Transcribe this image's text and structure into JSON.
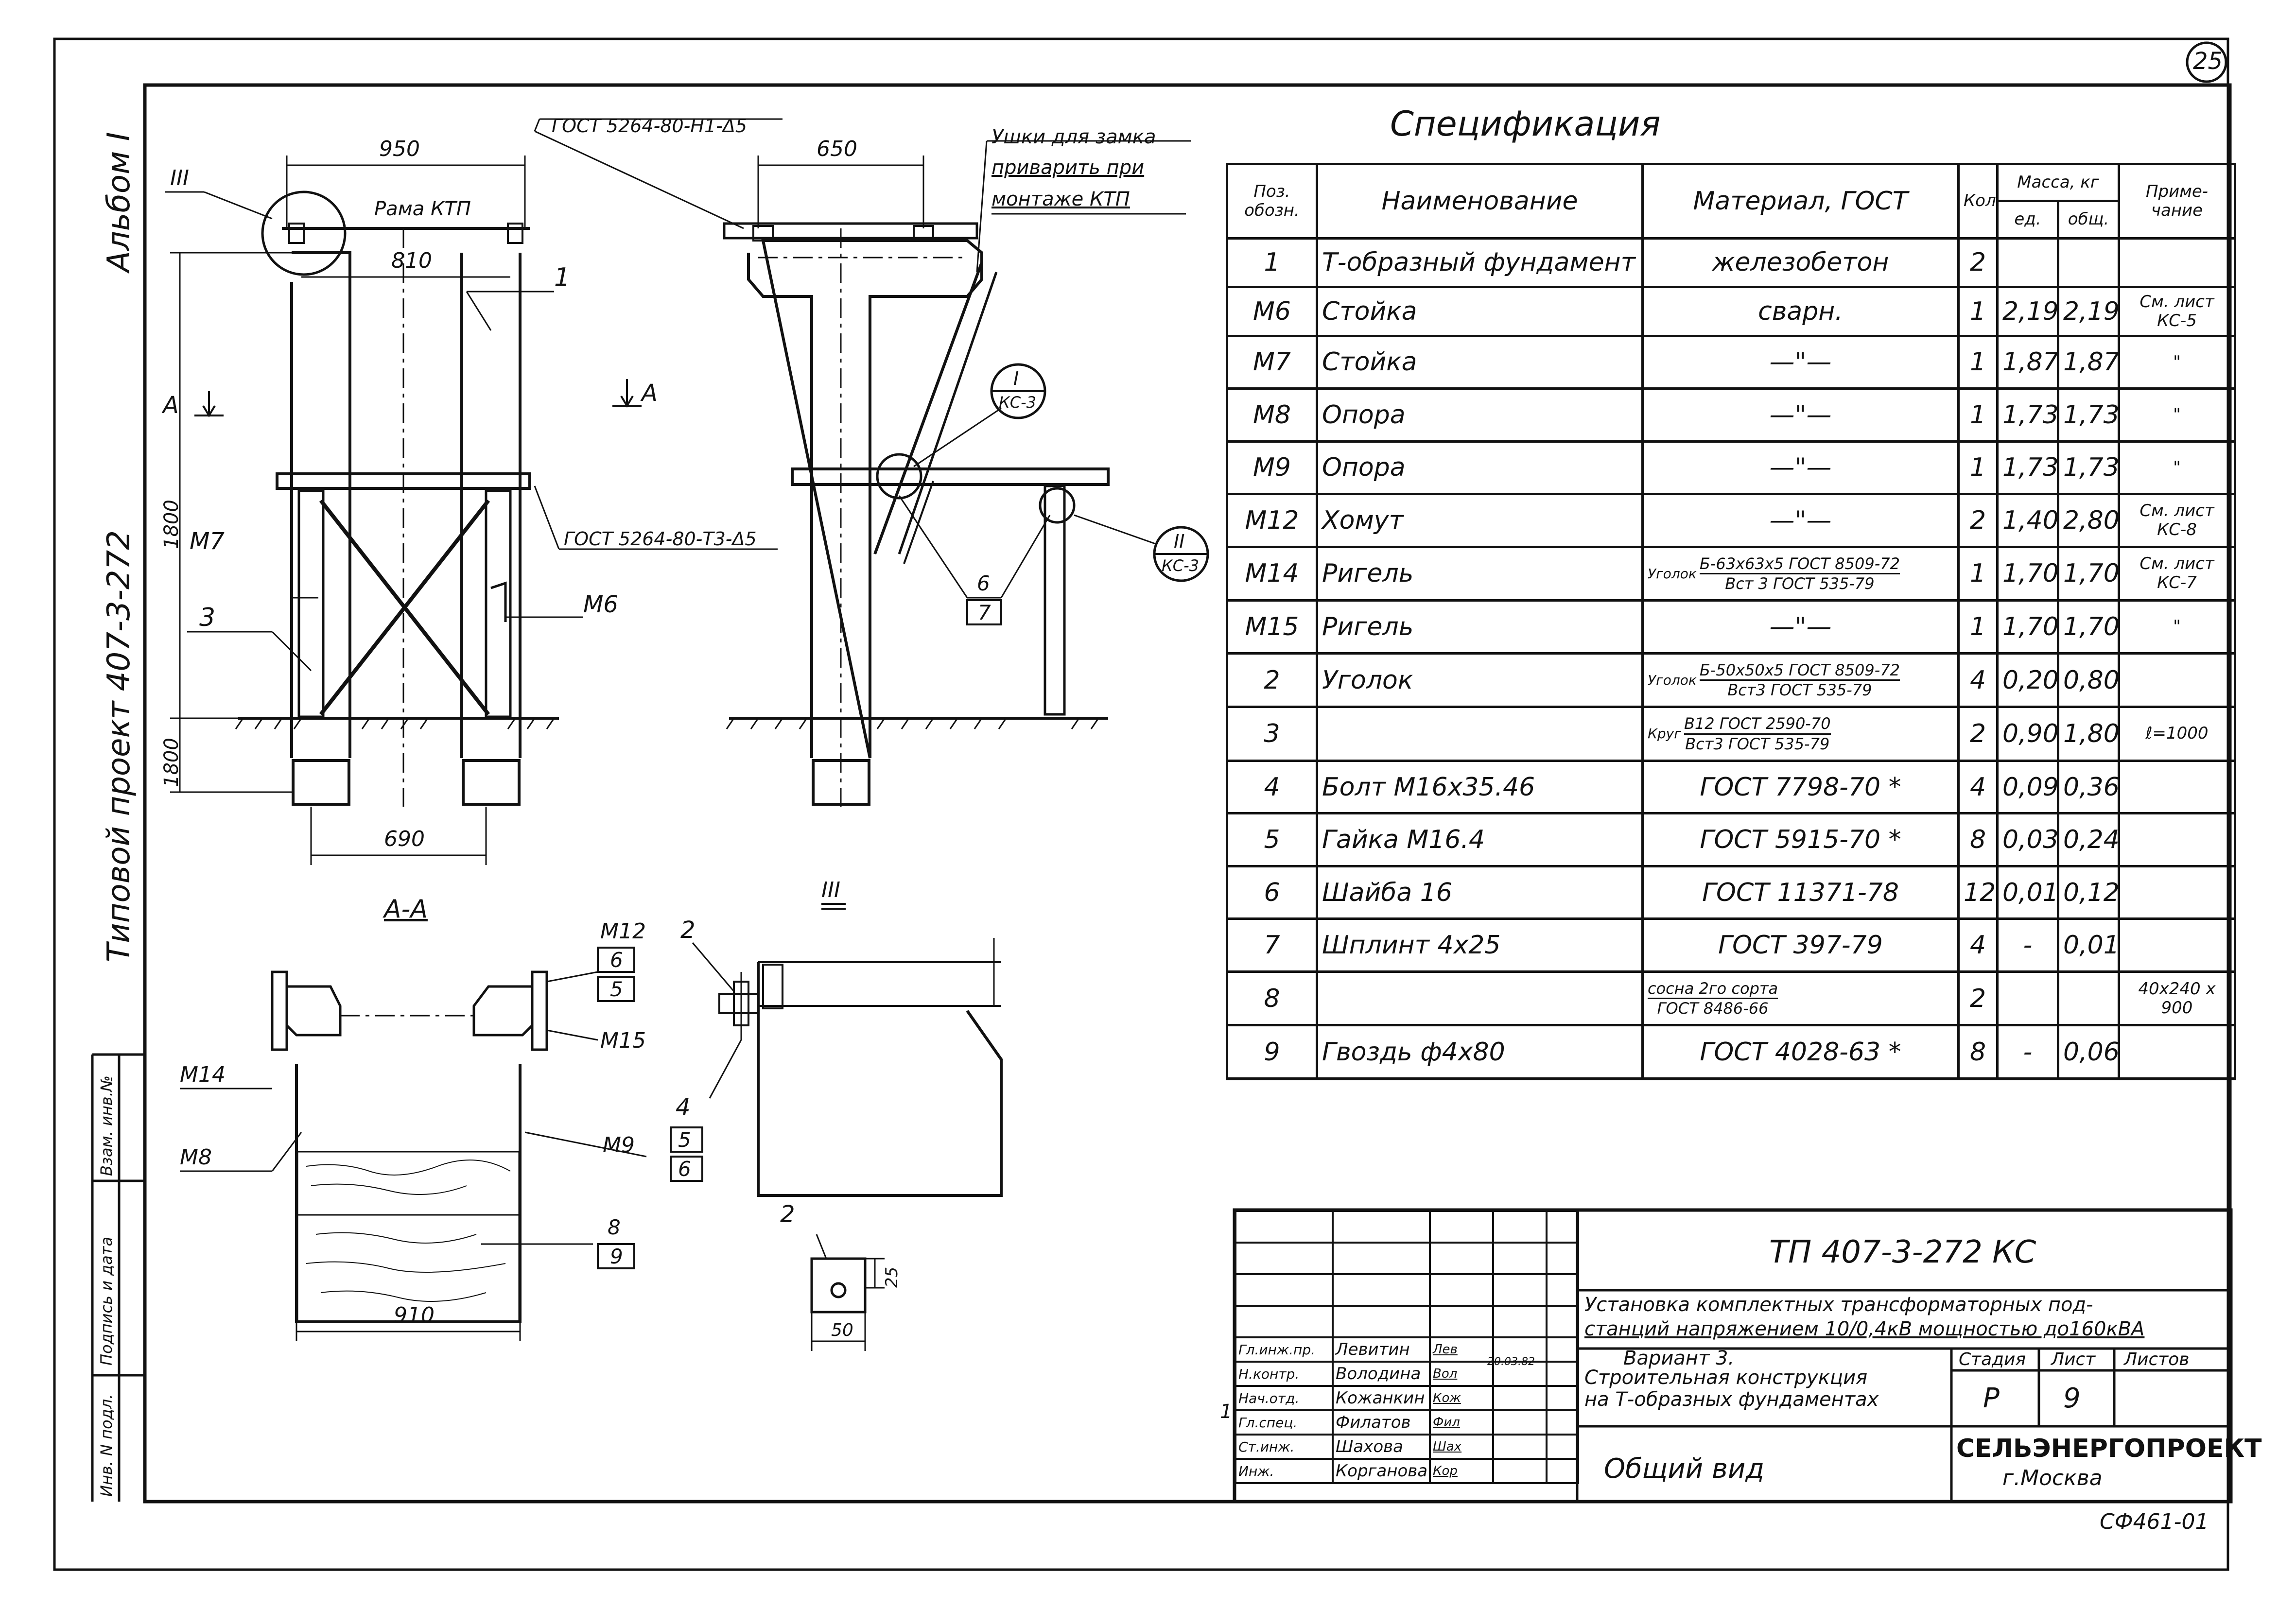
{
  "sheet_number": "25",
  "side": {
    "album": "Альбом I",
    "project": "Типовой проект 407-3-272",
    "box_inv_podl": "Инв. N подл.",
    "box_podpis": "Подпись и дата",
    "box_vzam": "Взам. инв.№"
  },
  "front_view": {
    "dim_width": "950",
    "dim_inner": "810",
    "frame_label": "Рама КТП",
    "gost_top": "ГОСТ 5264-80-Н1-Δ5",
    "gost_mid": "ГОСТ 5264-80-Т3-Δ5",
    "dim_height_upper": "1800",
    "dim_height_lower": "1800",
    "dim_base": "690",
    "section_mark": "А",
    "callout_iii": "III",
    "pos_1": "1",
    "pos_3": "3",
    "pos_m7": "М7",
    "pos_m6": "М6"
  },
  "side_view": {
    "dim_top": "650",
    "note_line1": "Ушки для замка",
    "note_line2": "приварить при",
    "note_line3": "монтаже КТП",
    "callout_i_num": "I",
    "callout_i_ref": "КС-3",
    "callout_ii_num": "II",
    "callout_ii_ref": "КС-3",
    "pos_6": "6",
    "pos_7": "7"
  },
  "section_aa": {
    "title": "А-А",
    "dim_bottom": "910",
    "labels_right": [
      "М12",
      "6",
      "5"
    ],
    "pos_m15": "М15",
    "pos_m9": "М9",
    "pos_8": "8",
    "pos_9": "9",
    "pos_m14": "М14",
    "pos_m8": "М8"
  },
  "detail_iii": {
    "title": "III",
    "pos_2": "2",
    "pos_4": "4",
    "pos_5": "5",
    "pos_6": "6"
  },
  "detail_2": {
    "pos": "2",
    "dim_w": "50",
    "dim_h": "25"
  },
  "specification": {
    "title": "Спецификация",
    "headers": {
      "pos": "Поз. обозн.",
      "name": "Наименование",
      "material": "Материал, ГОСТ",
      "qty": "Кол.",
      "mass": "Масса, кг",
      "mass_unit": "ед.",
      "mass_total": "общ.",
      "note": "Приме- чание"
    },
    "rows": [
      {
        "pos": "1",
        "name": "Т-образный фундамент",
        "material": "железобетон",
        "qty": "2",
        "unit": "",
        "total": "",
        "note": ""
      },
      {
        "pos": "М6",
        "name": "Стойка",
        "material": "сварн.",
        "qty": "1",
        "unit": "2,19",
        "total": "2,19",
        "note": "См. лист КС-5"
      },
      {
        "pos": "М7",
        "name": "Стойка",
        "material": "—\"—",
        "qty": "1",
        "unit": "1,87",
        "total": "1,87",
        "note": "\""
      },
      {
        "pos": "М8",
        "name": "Опора",
        "material": "—\"—",
        "qty": "1",
        "unit": "1,73",
        "total": "1,73",
        "note": "\""
      },
      {
        "pos": "М9",
        "name": "Опора",
        "material": "—\"—",
        "qty": "1",
        "unit": "1,73",
        "total": "1,73",
        "note": "\""
      },
      {
        "pos": "М12",
        "name": "Хомут",
        "material": "—\"—",
        "qty": "2",
        "unit": "1,40",
        "total": "2,80",
        "note": "См. лист КС-8"
      },
      {
        "pos": "М14",
        "name": "Ригель",
        "material_pre": "Уголок",
        "material_top": "Б-63x63x5 ГОСТ 8509-72",
        "material_bot": "Вст 3 ГОСТ 535-79",
        "qty": "1",
        "unit": "1,70",
        "total": "1,70",
        "note": "См. лист КС-7"
      },
      {
        "pos": "М15",
        "name": "Ригель",
        "material": "—\"—",
        "qty": "1",
        "unit": "1,70",
        "total": "1,70",
        "note": "\""
      },
      {
        "pos": "2",
        "name": "Уголок",
        "material_pre": "Уголок",
        "material_top": "Б-50x50x5 ГОСТ 8509-72",
        "material_bot": "Вст3 ГОСТ 535-79",
        "qty": "4",
        "unit": "0,20",
        "total": "0,80",
        "note": ""
      },
      {
        "pos": "3",
        "name": "",
        "material_pre": "Круг",
        "material_top": "В12 ГОСТ 2590-70",
        "material_bot": "Вст3 ГОСТ 535-79",
        "qty": "2",
        "unit": "0,90",
        "total": "1,80",
        "note": "ℓ=1000"
      },
      {
        "pos": "4",
        "name": "Болт М16x35.46",
        "material": "ГОСТ 7798-70 *",
        "qty": "4",
        "unit": "0,09",
        "total": "0,36",
        "note": ""
      },
      {
        "pos": "5",
        "name": "Гайка М16.4",
        "material": "ГОСТ 5915-70 *",
        "qty": "8",
        "unit": "0,03",
        "total": "0,24",
        "note": ""
      },
      {
        "pos": "6",
        "name": "Шайба 16",
        "material": "ГОСТ 11371-78",
        "qty": "12",
        "unit": "0,01",
        "total": "0,12",
        "note": ""
      },
      {
        "pos": "7",
        "name": "Шплинт 4x25",
        "material": "ГОСТ 397-79",
        "qty": "4",
        "unit": "-",
        "total": "0,01",
        "note": ""
      },
      {
        "pos": "8",
        "name": "",
        "material_top": "сосна 2го сорта",
        "material_bot": "ГОСТ 8486-66",
        "qty": "2",
        "unit": "",
        "total": "",
        "note": "40x240 x 900"
      },
      {
        "pos": "9",
        "name": "Гвоздь ф4x80",
        "material": "ГОСТ 4028-63 *",
        "qty": "8",
        "unit": "-",
        "total": "0,06",
        "note": ""
      }
    ]
  },
  "title_block": {
    "code": "ТП 407-3-272     КС",
    "description_1": "Установка комплектных трансформаторных под-",
    "description_2": "станций напряжением 10/0,4кВ мощностью до160кВА",
    "variant_1": "Вариант 3.",
    "variant_2": "Строительная конструкция",
    "variant_3": "на Т-образных фундаментах",
    "view_name": "Общий вид",
    "stage_hdr": "Стадия",
    "sheet_hdr": "Лист",
    "sheets_hdr": "Листов",
    "stage": "Р",
    "sheet": "9",
    "sheets": "",
    "org_1": "СЕЛЬЭНЕРГОПРОЕКТ",
    "org_2": "г.Москва",
    "date": "20.03.82",
    "signers": [
      {
        "role": "Гл.инж.пр.",
        "name": "Левитин",
        "sign": "Лев"
      },
      {
        "role": "Н.контр.",
        "name": "Володина",
        "sign": "Вол"
      },
      {
        "role": "Нач.отд.",
        "name": "Кожанкин",
        "sign": "Кож"
      },
      {
        "role": "Гл.спец.",
        "name": "Филатов",
        "sign": "Фил"
      },
      {
        "role": "Ст.инж.",
        "name": "Шахова",
        "sign": "Шах"
      },
      {
        "role": "Инж.",
        "name": "Корганова",
        "sign": "Кор"
      }
    ],
    "rev_mark": "1",
    "footer_code": "СФ461-01"
  }
}
